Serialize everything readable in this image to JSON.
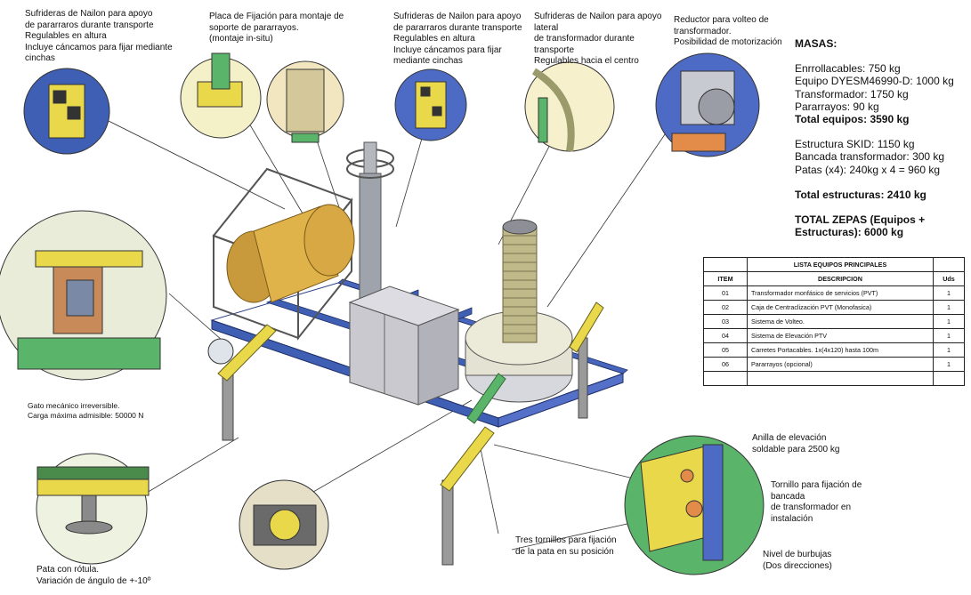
{
  "notes": {
    "n1": "Sufrideras de Nailon para apoyo\nde pararraros durante transporte\nRegulables en altura\nIncluye cáncamos para fijar mediante\ncinchas",
    "n2": "Placa de Fijación para montaje de\nsoporte de pararrayos.\n(montaje in-situ)",
    "n3": "Sufrideras de Nailon para apoyo\nde pararraros durante transporte\nRegulables en altura\nIncluye cáncamos para fijar\nmediante cinchas",
    "n4": "Sufrideras de Nailon para apoyo\nlateral\nde transformador durante\ntransporte\nRegulables hacia el centro",
    "n5": "Reductor para volteo de\ntransformador.\nPosibilidad de motorización",
    "gato": "Gato mecánico irreversible.\nCarga máxima admisible: 50000 N",
    "pata": "Pata con rótula.\nVariación de ángulo de +-10º",
    "tornillos": "Tres tornillos para fijación\nde la pata en su posición",
    "anilla": "Anilla de elevación\nsoldable para 2500 kg",
    "tornillo_bancada": "Tornillo para fijación de\nbancada\nde transformador en\ninstalación",
    "nivel": "Nivel de burbujas\n(Dos direcciones)"
  },
  "masas": {
    "title": "MASAS:",
    "enrollacables": "Enrrollacables: 750 kg",
    "equipo": "Equipo DYESM46990-D: 1000 kg",
    "transformador": "Transformador: 1750 kg",
    "pararrayos": "Pararrayos: 90 kg",
    "total_equipos": "Total equipos: 3590 kg",
    "skid": "Estructura SKID: 1150 kg",
    "bancada": "Bancada transformador: 300 kg",
    "patas": "Patas (x4): 240kg x 4 = 960 kg",
    "total_estructuras": "Total estructuras: 2410 kg",
    "total_zepas": "TOTAL ZEPAS (Equipos +\nEstructuras): 6000 kg"
  },
  "table": {
    "title": "LISTA EQUIPOS PRINCIPALES",
    "headers": [
      "ITEM",
      "DESCRIPCION",
      "Uds"
    ],
    "rows": [
      [
        "01",
        "Transformador monfásico de servicios (PVT)",
        "1"
      ],
      [
        "02",
        "Caja de Centraclización PVT  (Monofasica)",
        "1"
      ],
      [
        "03",
        "Sistema de Volteo.",
        "1"
      ],
      [
        "04",
        "Sistema de Elevación PTV",
        "1"
      ],
      [
        "05",
        "Carretes Portacables. 1x(4x120) hasta 100m",
        "1"
      ],
      [
        "06",
        "Pararrayos (opcional)",
        "1"
      ]
    ]
  },
  "colors": {
    "frame_blue": "#3f5fb4",
    "steel_grey": "#8d8d8d",
    "yellow": "#e8d84a",
    "green": "#5ab56a",
    "orange": "#e38c4a",
    "cabinet": "#c9c9cf"
  }
}
